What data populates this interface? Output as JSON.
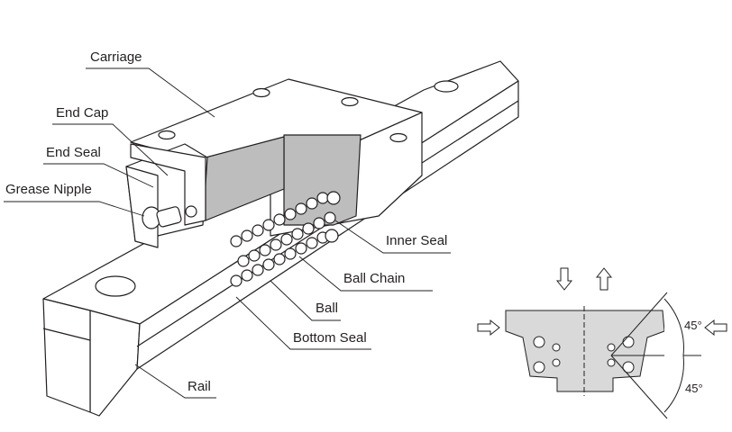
{
  "labels": {
    "carriage": "Carriage",
    "end_cap": "End Cap",
    "end_seal": "End Seal",
    "grease_nipple": "Grease Nipple",
    "inner_seal": "Inner Seal",
    "ball_chain": "Ball Chain",
    "ball": "Ball",
    "bottom_seal": "Bottom Seal",
    "rail": "Rail"
  },
  "load_diagram": {
    "angle_top": "45°",
    "angle_bottom": "45°"
  },
  "colors": {
    "line": "#231f20",
    "fill": "#d9d9d9",
    "shade": "#bdbdbd"
  }
}
